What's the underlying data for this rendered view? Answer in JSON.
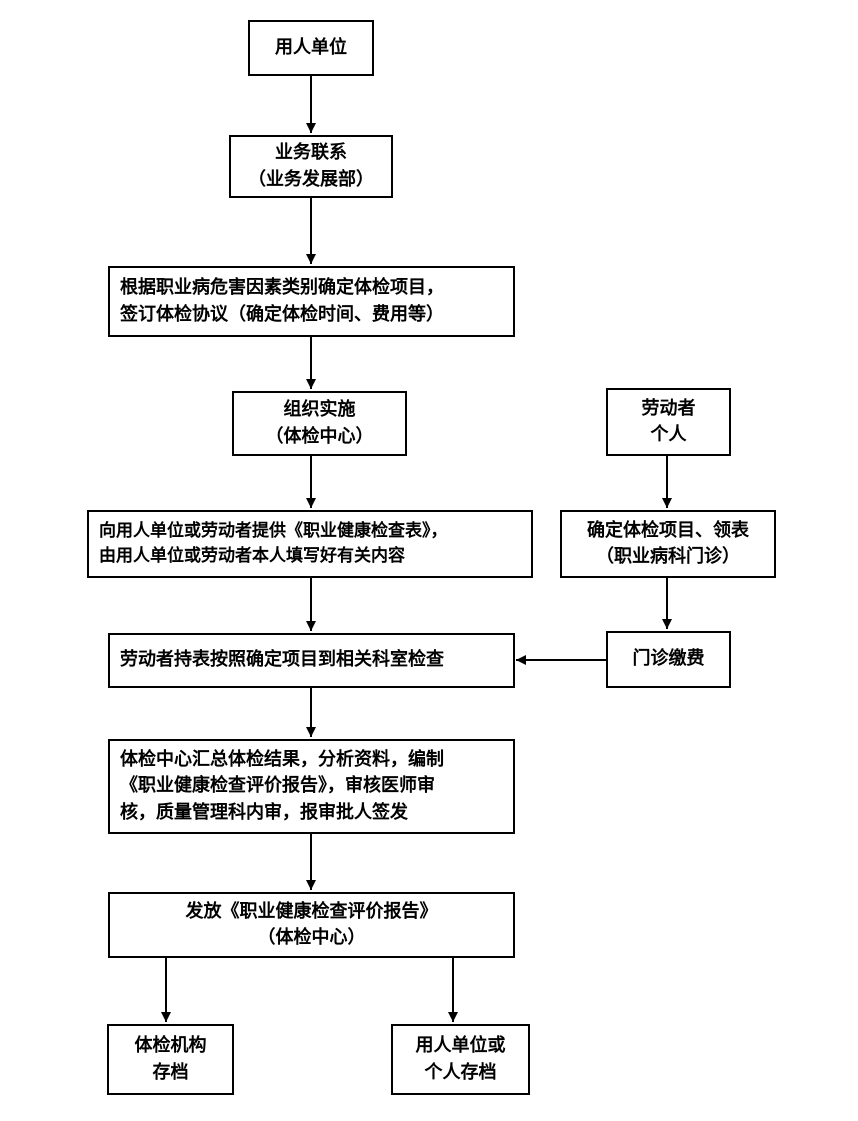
{
  "nodes": {
    "employer": [
      "用人单位"
    ],
    "business": [
      "业务联系",
      "（业务发展部）"
    ],
    "determine": [
      "根据职业病危害因素类别确定体检项目，",
      "签订体检协议（确定体检时间、费用等）"
    ],
    "organize": [
      "组织实施",
      "（体检中心）"
    ],
    "provide_form": [
      "向用人单位或劳动者提供《职业健康检查表》，",
      "由用人单位或劳动者本人填写好有关内容"
    ],
    "worker": [
      "劳动者",
      "个人"
    ],
    "confirm_items": [
      "确定体检项目、领表",
      "（职业病科门诊）"
    ],
    "exam": [
      "劳动者持表按照确定项目到相关科室检查"
    ],
    "clinic_fee": [
      "门诊缴费"
    ],
    "summary": [
      "体检中心汇总体检结果，分析资料，编制",
      "《职业健康检查评价报告》，审核医师审",
      "核，质量管理科内审，报审批人签发"
    ],
    "issue": [
      "发放《职业健康检查评价报告》",
      "（体检中心）"
    ],
    "archive_institution": [
      "体检机构",
      "存档"
    ],
    "archive_personal": [
      "用人单位或",
      "个人存档"
    ]
  },
  "colors": {
    "stroke": "#000000",
    "background": "#ffffff"
  }
}
